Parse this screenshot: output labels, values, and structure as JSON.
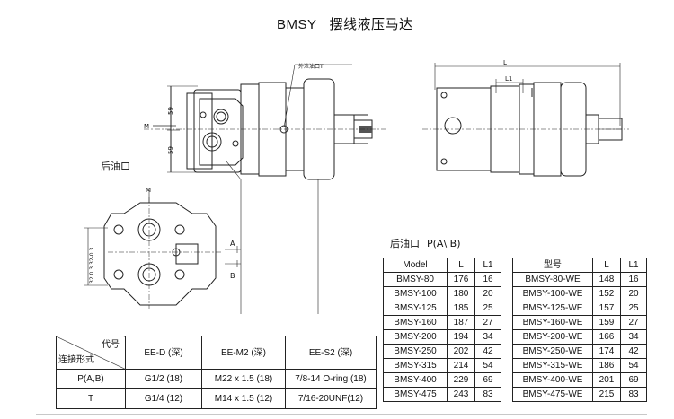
{
  "title": {
    "model": "BMSY",
    "name": "摆线液压马达"
  },
  "drawing_labels": {
    "back_port_front": "后油口",
    "back_port_table": "后油口",
    "port_letters": "P(A\\ B)",
    "external_drain": "外泄油口T",
    "dim_L": "L",
    "dim_L1": "L1",
    "dim_M_front": "M",
    "dim_M_bottom": "M",
    "dim_59a": "59",
    "dim_59b": "59",
    "label_A": "A",
    "label_B": "B",
    "dim_vert": "32.0  3.32-0.3"
  },
  "table_model": {
    "headers": [
      "Model",
      "L",
      "L1"
    ],
    "rows": [
      [
        "BMSY-80",
        "176",
        "16"
      ],
      [
        "BMSY-100",
        "180",
        "20"
      ],
      [
        "BMSY-125",
        "185",
        "25"
      ],
      [
        "BMSY-160",
        "187",
        "27"
      ],
      [
        "BMSY-200",
        "194",
        "34"
      ],
      [
        "BMSY-250",
        "202",
        "42"
      ],
      [
        "BMSY-315",
        "214",
        "54"
      ],
      [
        "BMSY-400",
        "229",
        "69"
      ],
      [
        "BMSY-475",
        "243",
        "83"
      ]
    ]
  },
  "table_we": {
    "headers": [
      "型号",
      "L",
      "L1"
    ],
    "rows": [
      [
        "BMSY-80-WE",
        "148",
        "16"
      ],
      [
        "BMSY-100-WE",
        "152",
        "20"
      ],
      [
        "BMSY-125-WE",
        "157",
        "25"
      ],
      [
        "BMSY-160-WE",
        "159",
        "27"
      ],
      [
        "BMSY-200-WE",
        "166",
        "34"
      ],
      [
        "BMSY-250-WE",
        "174",
        "42"
      ],
      [
        "BMSY-315-WE",
        "186",
        "54"
      ],
      [
        "BMSY-400-WE",
        "201",
        "69"
      ],
      [
        "BMSY-475-WE",
        "215",
        "83"
      ]
    ]
  },
  "table_conn": {
    "corner_top": "代号",
    "corner_bottom": "连接形式",
    "headers": [
      "EE-D (深)",
      "EE-M2 (深)",
      "EE-S2 (深)"
    ],
    "rows": [
      [
        "P(A,B)",
        "G1/2  (18)",
        "M22 x 1.5  (18)",
        "7/8-14 O-ring (18)"
      ],
      [
        "T",
        "G1/4  (12)",
        "M14 x 1.5  (12)",
        "7/16-20UNF(12)"
      ]
    ]
  }
}
